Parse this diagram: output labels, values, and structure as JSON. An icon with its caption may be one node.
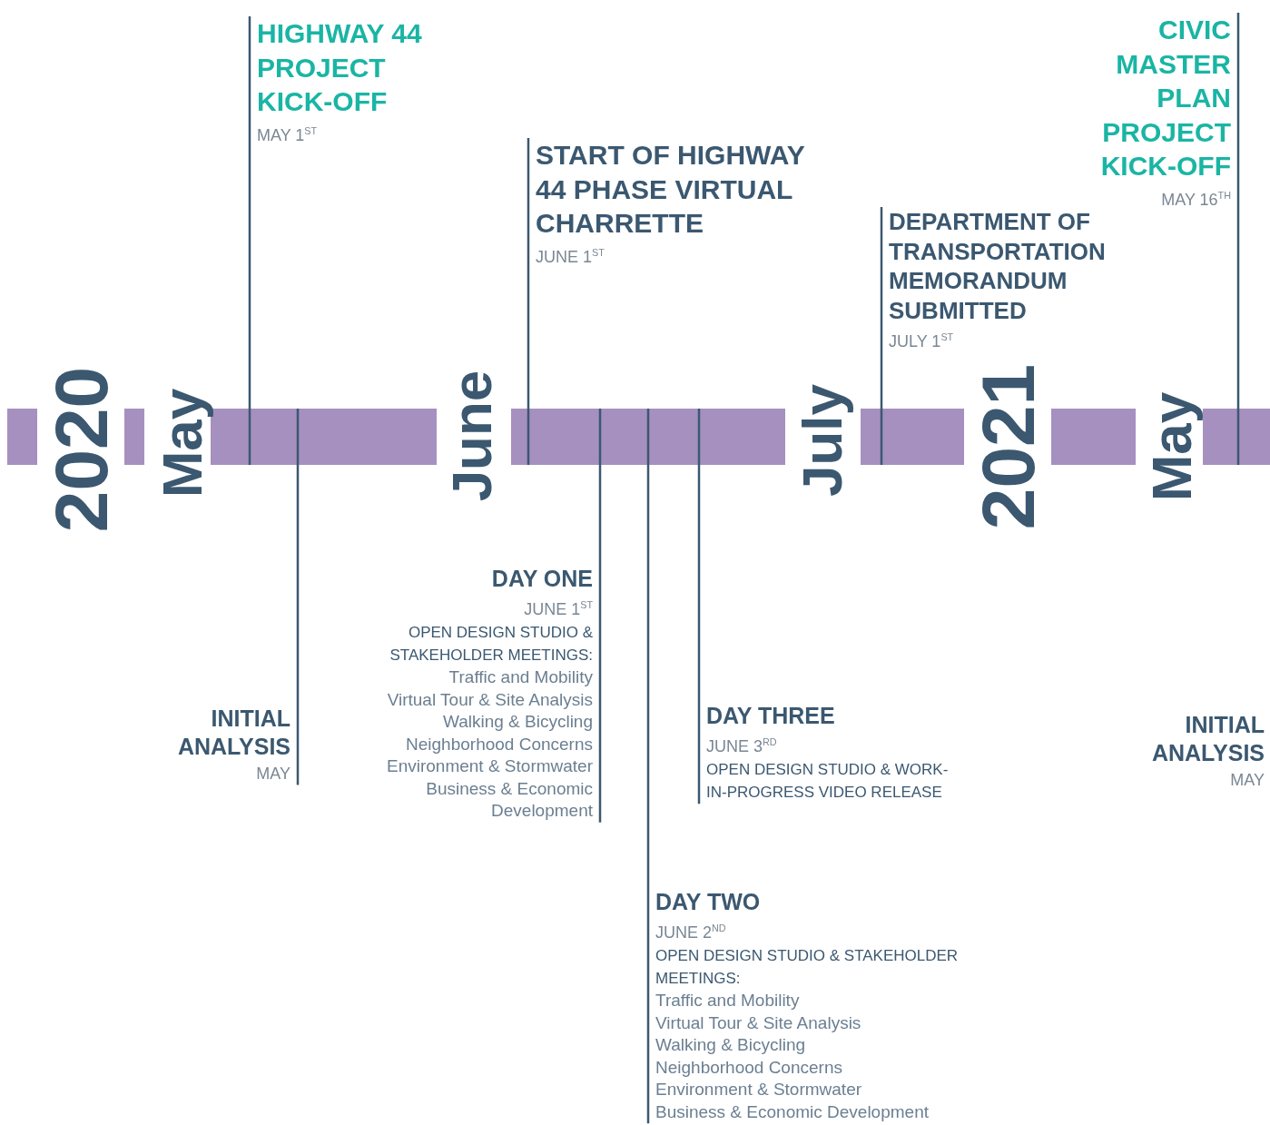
{
  "diagram": {
    "nodes": [
      {
        "text": [
          "HIGHWAY 44 PROJECT KICK-OFF",
          "MAY 1$^{ST}$"
        ]
      },
      {
        "text": [
          "START OF HIGHWAY 44 PHASE VIRTUAL CHARRETTE",
          "JUNE 1$^{ST}$"
        ]
      },
      {
        "text": [
          "DEPARTMENT OF TRANSPORTATION MEMORANDUM SUBMITTED",
          "JULY 1$^{ST}$"
        ]
      },
      {
        "text": [
          "CIVIC MASTER PLAN PROJECT KICK-OFF",
          "MAY 16$^{TH}$"
        ]
      },
      {
        "text": [
          "INITIAL ANALYSIS",
          "MAY"
        ]
      },
      {
        "text": [
          "DAY ONE",
          "JUNE 1$^{ST}$",
          "OPEN DESIGN STUDIO & STAKEHOLDER MEETINGS:",
          "Traffic and Mobility",
          "Virtual Tour & Site Analysis",
          "Walking & Bicycling",
          "Neighborhood Concerns",
          "Environment & Stormwater",
          "Business & Economic Development"
        ]
      },
      {
        "text": [
          "DAY TWO",
          "JUNE 2$^{ND}$",
          "OPEN DESIGN STUDIO & STAKEHOLDER MEETINGS:",
          "Traffic and Mobility",
          "Virtual Tour & Site Analysis",
          "Walking & Bicycling",
          "Neighborhood Concerns",
          "Environment & Stormwater",
          "Business & Economic Development"
        ]
      },
      {
        "text": [
          "DAY THREE",
          "JUNE 3$^{RD}$",
          "OPEN DESIGN STUDIO & WORK-IN-PROGRESS VIDEO RELEASE"
        ]
      },
      {
        "text": [
          "INITIAL ANALYSIS",
          "MAY"
        ]
      }
    ],
    "edges": [
      {
        "from": 0,
        "to": null,
        "arrow": "none"
      },
      {
        "from": 1,
        "to": null,
        "arrow": "none"
      },
      {
        "from": 2,
        "to": null,
        "arrow": "none"
      },
      {
        "from": 3,
        "to": null,
        "arrow": "none"
      },
      {
        "from": 4,
        "to": null,
        "arrow": "none"
      },
      {
        "from": 5,
        "to": null,
        "arrow": "none"
      },
      {
        "from": 6,
        "to": null,
        "arrow": "none"
      },
      {
        "from": 7,
        "to": null,
        "arrow": "none"
      }
    ],
    "labels": [
      "2020",
      "May",
      "June",
      "July",
      "2021",
      "May"
    ]
  }
}
